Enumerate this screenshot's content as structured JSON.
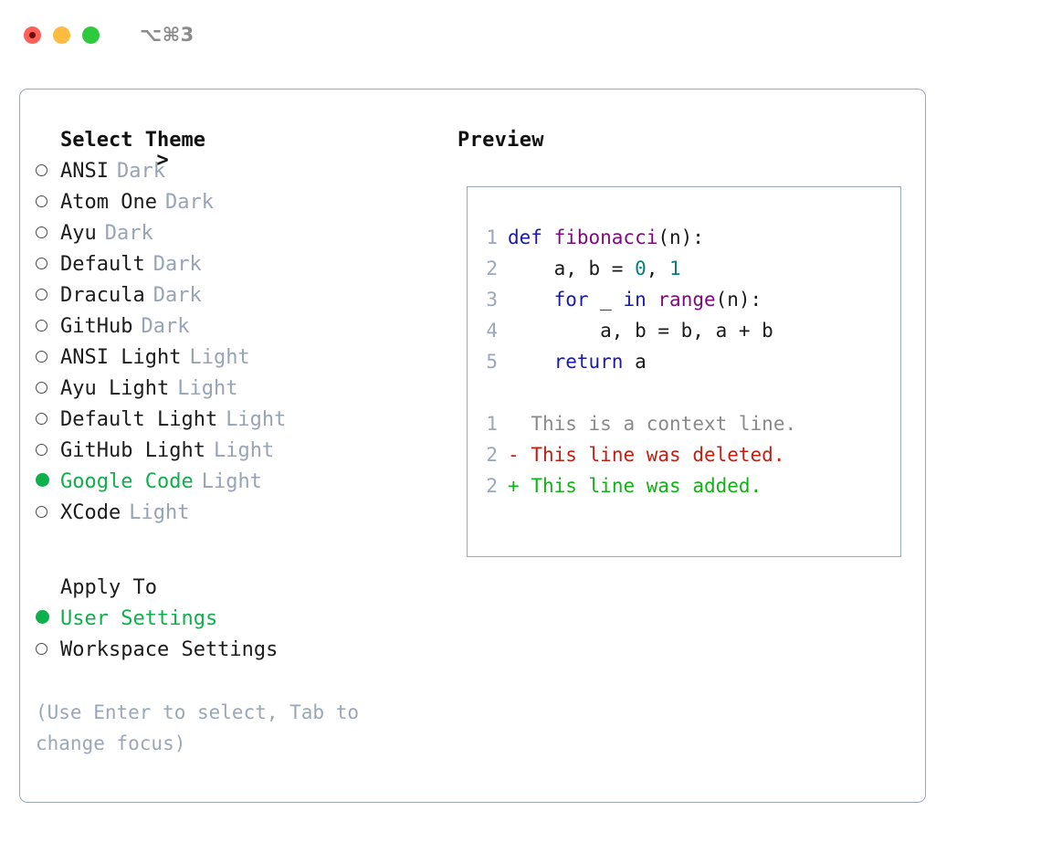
{
  "titlebar": {
    "shortcut": "⌥⌘3",
    "lights": [
      "close-light",
      "minimize-light",
      "maximize-light"
    ]
  },
  "left_panel": {
    "prompt": ">",
    "heading": "Select Theme",
    "themes": [
      {
        "name": "ANSI",
        "variant": "Dark",
        "selected": false
      },
      {
        "name": "Atom One",
        "variant": "Dark",
        "selected": false
      },
      {
        "name": "Ayu",
        "variant": "Dark",
        "selected": false
      },
      {
        "name": "Default",
        "variant": "Dark",
        "selected": false
      },
      {
        "name": "Dracula",
        "variant": "Dark",
        "selected": false
      },
      {
        "name": "GitHub",
        "variant": "Dark",
        "selected": false
      },
      {
        "name": "ANSI Light",
        "variant": "Light",
        "selected": false
      },
      {
        "name": "Ayu Light",
        "variant": "Light",
        "selected": false
      },
      {
        "name": "Default Light",
        "variant": "Light",
        "selected": false
      },
      {
        "name": "GitHub Light",
        "variant": "Light",
        "selected": false
      },
      {
        "name": "Google Code",
        "variant": "Light",
        "selected": true
      },
      {
        "name": "XCode",
        "variant": "Light",
        "selected": false
      }
    ],
    "apply_to": {
      "heading": "Apply To",
      "options": [
        {
          "name": "User Settings",
          "selected": true
        },
        {
          "name": "Workspace Settings",
          "selected": false
        }
      ]
    },
    "hint": "(Use Enter to select, Tab to change focus)"
  },
  "right_panel": {
    "title": "Preview",
    "code_lines": [
      {
        "num": "1",
        "tokens": [
          {
            "t": "def ",
            "c": "kw"
          },
          {
            "t": "fibonacci",
            "c": "fn"
          },
          {
            "t": "(n):",
            "c": "pl"
          }
        ]
      },
      {
        "num": "2",
        "tokens": [
          {
            "t": "    a, b = ",
            "c": "pl"
          },
          {
            "t": "0",
            "c": "num"
          },
          {
            "t": ", ",
            "c": "pl"
          },
          {
            "t": "1",
            "c": "num"
          }
        ]
      },
      {
        "num": "3",
        "tokens": [
          {
            "t": "    ",
            "c": "pl"
          },
          {
            "t": "for",
            "c": "kw"
          },
          {
            "t": " _ ",
            "c": "pl"
          },
          {
            "t": "in",
            "c": "kw"
          },
          {
            "t": " ",
            "c": "pl"
          },
          {
            "t": "range",
            "c": "fn"
          },
          {
            "t": "(n):",
            "c": "pl"
          }
        ]
      },
      {
        "num": "4",
        "tokens": [
          {
            "t": "        a, b = b, a + b",
            "c": "pl"
          }
        ]
      },
      {
        "num": "5",
        "tokens": [
          {
            "t": "    ",
            "c": "pl"
          },
          {
            "t": "return",
            "c": "kw"
          },
          {
            "t": " a",
            "c": "pl"
          }
        ]
      }
    ],
    "diff_lines": [
      {
        "num": "1",
        "sign": " ",
        "text": "This is a context line.",
        "kind": "ctx"
      },
      {
        "num": "2",
        "sign": "-",
        "text": "This line was deleted.",
        "kind": "del"
      },
      {
        "num": "2",
        "sign": "+",
        "text": "This line was added.",
        "kind": "add"
      }
    ]
  },
  "colors": {
    "accent_green": "#0db14b",
    "muted": "#97a3b6",
    "border": "#9aa7b8",
    "keyword": "#1a1aa8",
    "function": "#7d0a7d",
    "number": "#0a7d7d",
    "diff_deleted": "#c21f13",
    "diff_added": "#11b215",
    "light_red": "#fc6058",
    "light_yellow": "#fdbc40",
    "light_green": "#2dc93f"
  }
}
